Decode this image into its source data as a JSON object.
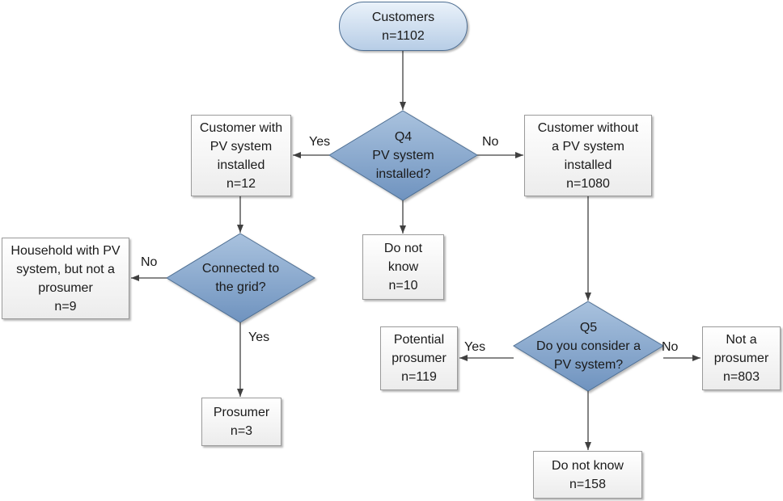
{
  "start": {
    "lines": [
      "Customers",
      "n=1102"
    ]
  },
  "q4": {
    "lines": [
      "Q4",
      "PV system",
      "installed?"
    ]
  },
  "with_pv": {
    "lines": [
      "Customer with",
      "PV system",
      "installed",
      "n=12"
    ]
  },
  "without_pv": {
    "lines": [
      "Customer without",
      "a PV system",
      "installed",
      "n=1080"
    ]
  },
  "q4_dont_know": {
    "lines": [
      "Do not",
      "know",
      "n=10"
    ]
  },
  "grid": {
    "lines": [
      "Connected to",
      "the grid?"
    ]
  },
  "not_prosumer_pv": {
    "lines": [
      "Household with PV",
      "system, but not a",
      "prosumer",
      "n=9"
    ]
  },
  "prosumer": {
    "lines": [
      "Prosumer",
      "n=3"
    ]
  },
  "q5": {
    "lines": [
      "Q5",
      "Do you consider a",
      "PV system?"
    ]
  },
  "potential": {
    "lines": [
      "Potential",
      "prosumer",
      "n=119"
    ]
  },
  "not_prosumer": {
    "lines": [
      "Not a",
      "prosumer",
      "n=803"
    ]
  },
  "q5_dont_know": {
    "lines": [
      "Do not know",
      "n=158"
    ]
  },
  "labels": {
    "q4_yes": "Yes",
    "q4_no": "No",
    "grid_no": "No",
    "grid_yes": "Yes",
    "q5_yes": "Yes",
    "q5_no": "No"
  },
  "colors": {
    "decision_fill_top": "#a9c2de",
    "decision_fill_bottom": "#6f93bf",
    "decision_stroke": "#4f6f93",
    "start_fill_top": "#eaf2fa",
    "start_fill_bottom": "#b7cde6",
    "box_border": "#9a9a9a",
    "connector": "#404040"
  }
}
